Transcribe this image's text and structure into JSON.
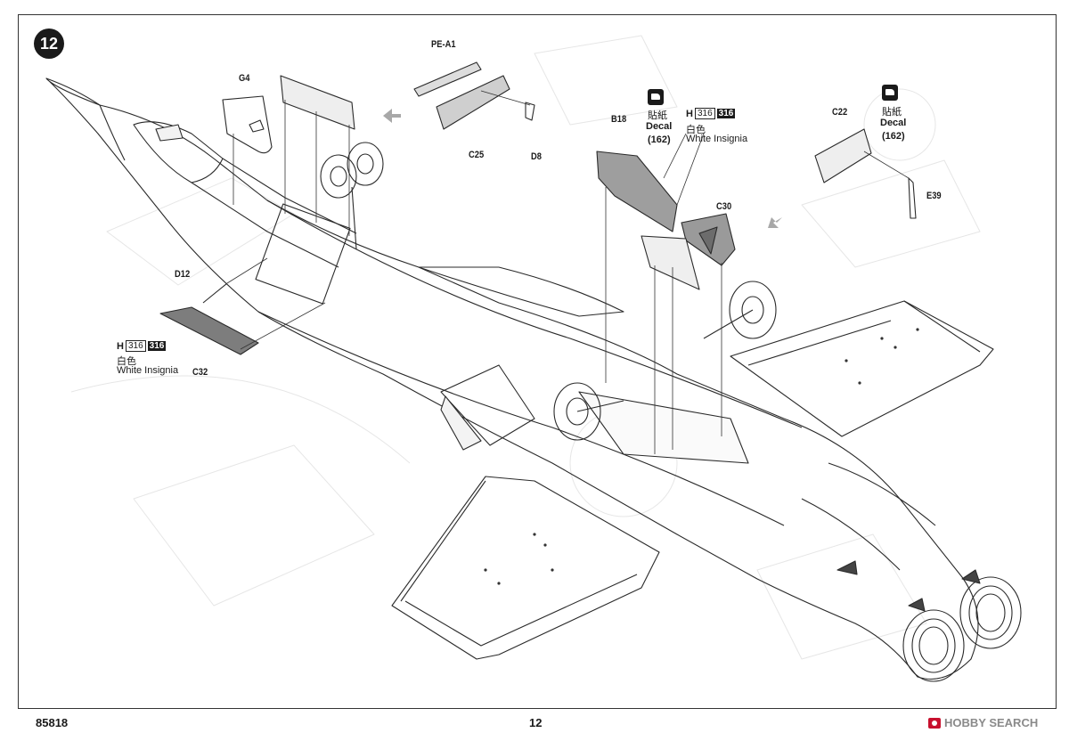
{
  "step": "12",
  "part_labels": {
    "pe_a1": "PE-A1",
    "g4": "G4",
    "c25": "C25",
    "d8": "D8",
    "b18": "B18",
    "c30": "C30",
    "c22": "C22",
    "e39": "E39",
    "d12": "D12",
    "c32": "C32"
  },
  "decal_callouts": {
    "center": {
      "cn": "貼紙",
      "en": "Decal",
      "number": "(162)"
    },
    "right": {
      "cn": "貼紙",
      "en": "Decal",
      "number": "(162)"
    }
  },
  "insignia_callouts": {
    "center": {
      "letter": "H",
      "code_a": "316",
      "code_b": "316",
      "cn": "白色",
      "en": "White Insignia"
    },
    "left": {
      "letter": "H",
      "code_a": "316",
      "code_b": "316",
      "cn": "白色",
      "en": "White Insignia"
    }
  },
  "footer": {
    "kit_number": "85818",
    "page_number": "12",
    "watermark": "HOBBY SEARCH"
  },
  "icons": [
    "decal-sheet-icon",
    "hobby-search-logo"
  ]
}
